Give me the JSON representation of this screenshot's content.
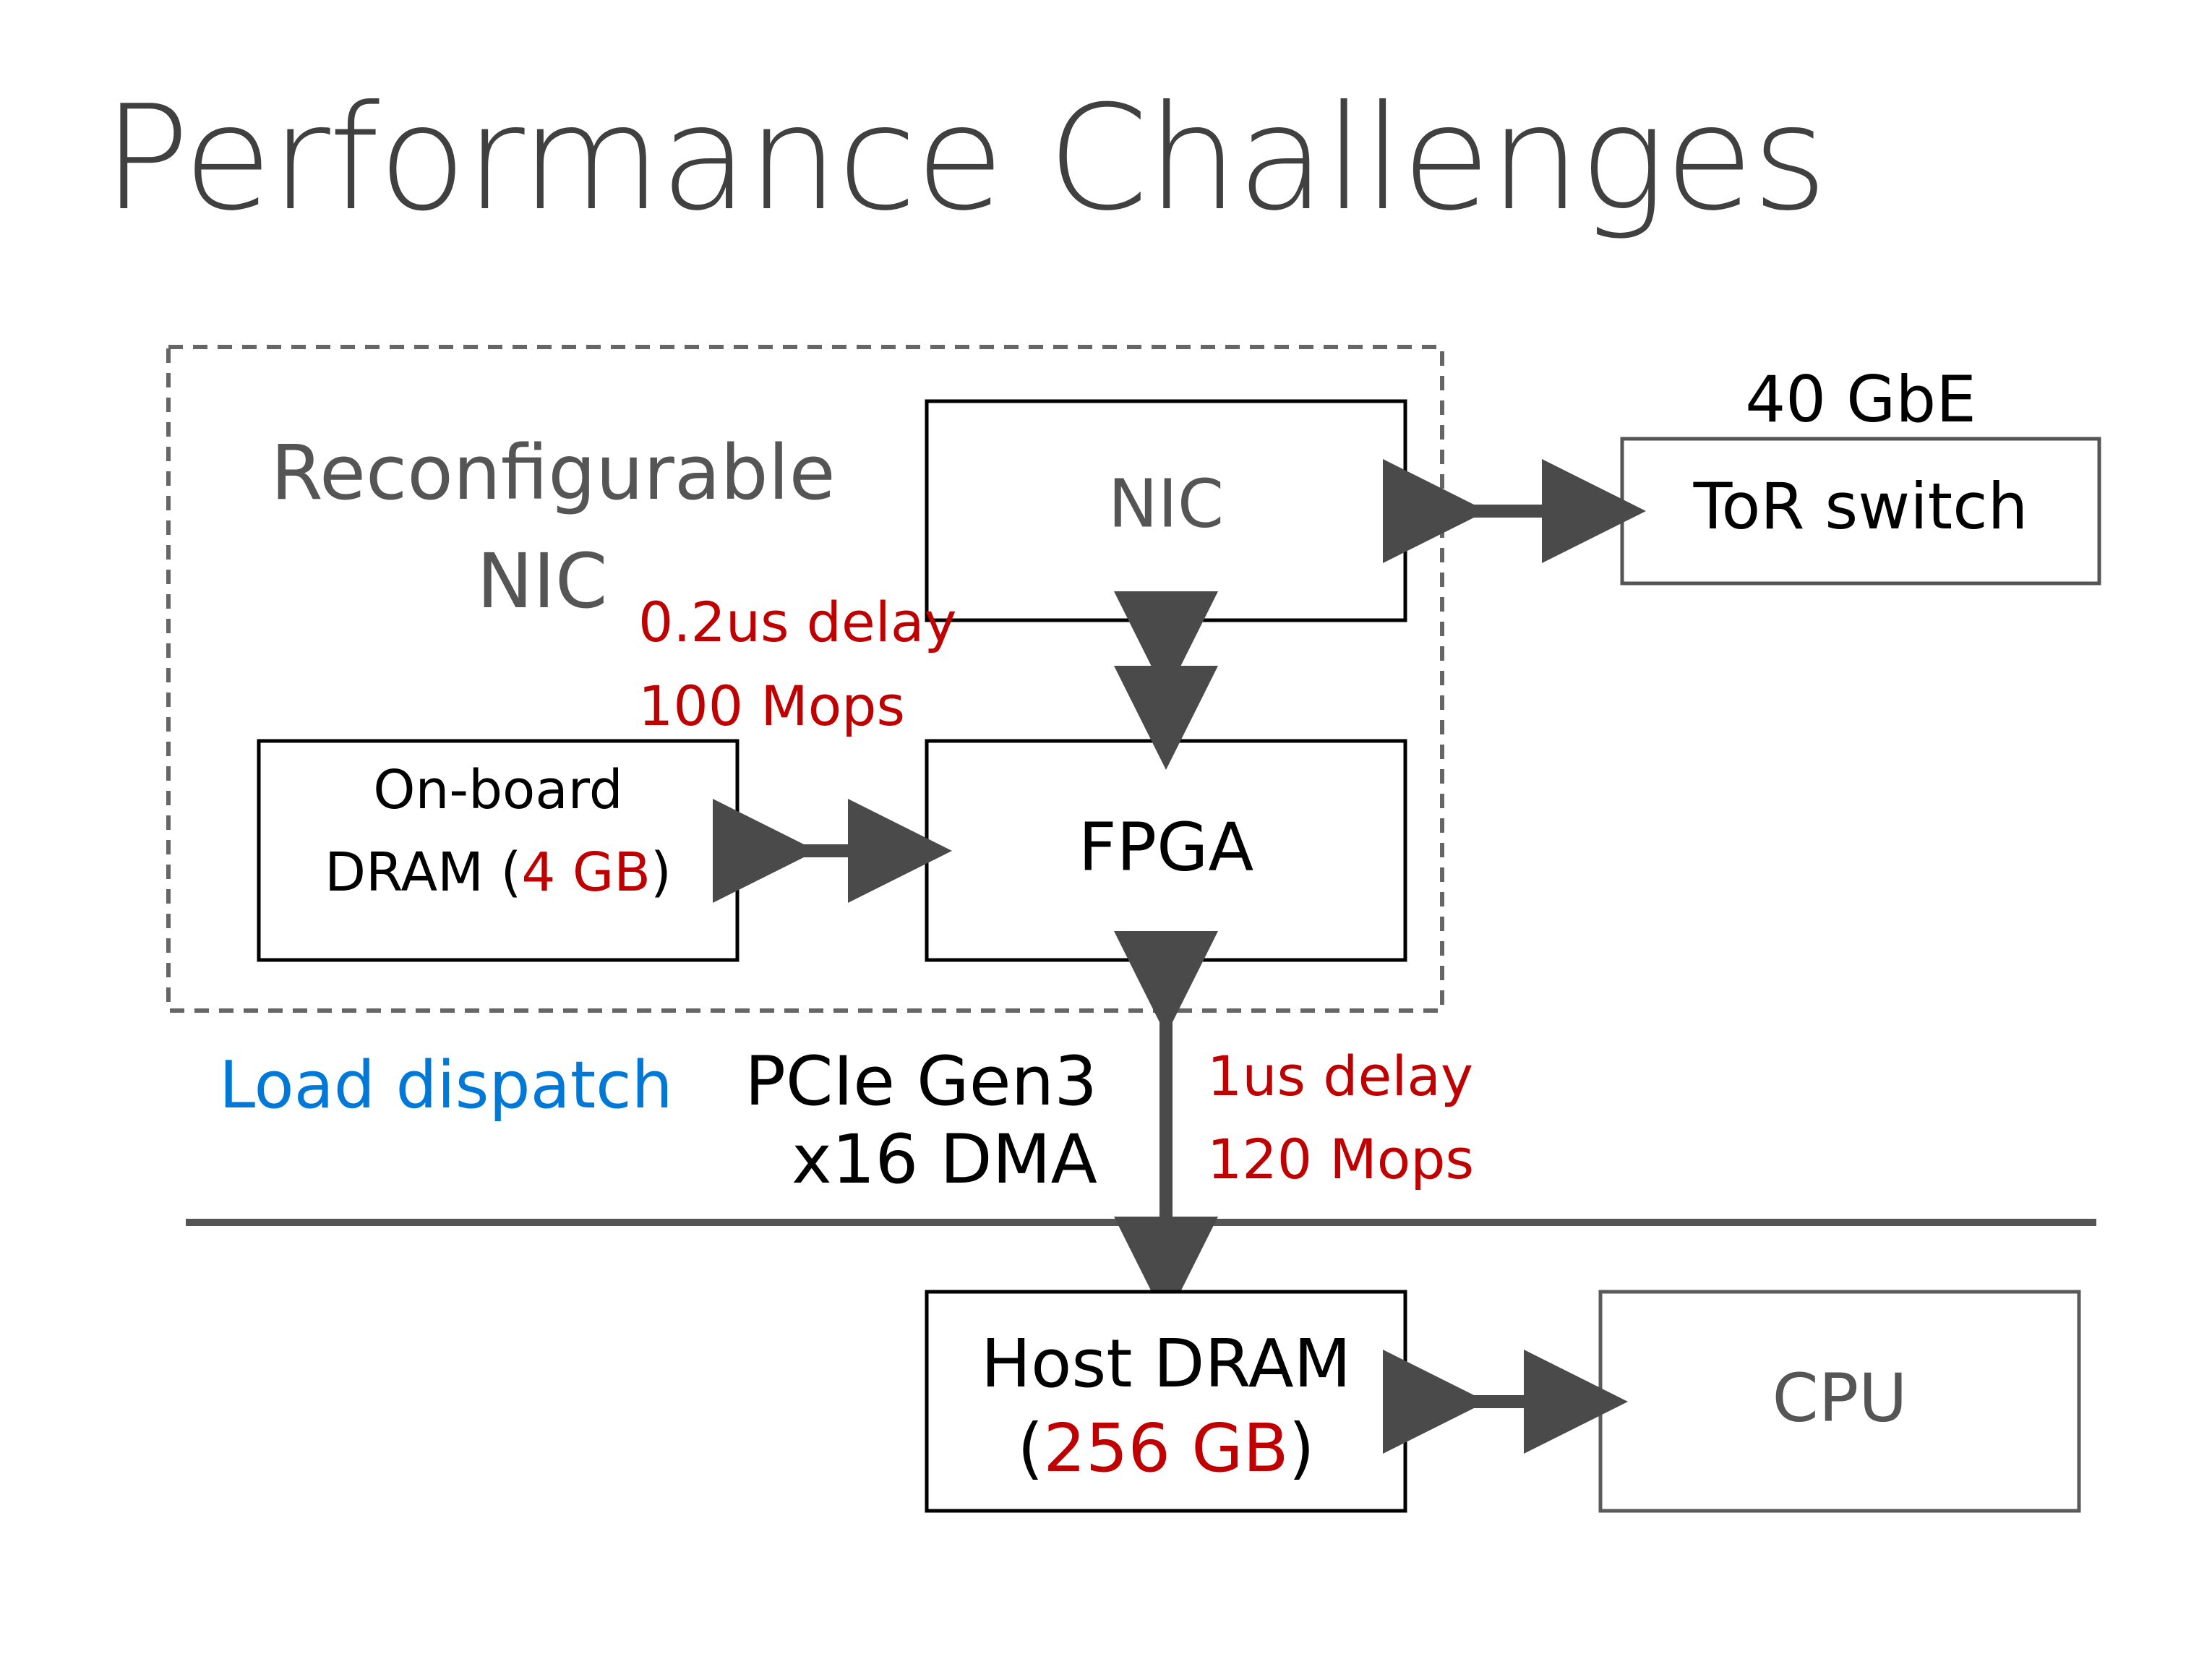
{
  "slide": {
    "title": "Performance Challenges"
  },
  "diagram": {
    "group_label_line1": "Reconfigurable",
    "group_label_line2": "NIC",
    "nic_label": "NIC",
    "fpga_label": "FPGA",
    "onboard_line1": "On-board",
    "onboard_line2_prefix": "DRAM (",
    "onboard_line2_highlight": "4 GB",
    "onboard_line2_suffix": ")",
    "tor_label": "ToR switch",
    "tor_speed": "40 GbE",
    "nic_fpga_delay": "0.2us delay",
    "nic_fpga_ops": "100 Mops",
    "pcie_line1": "PCIe Gen3",
    "pcie_line2": "x16 DMA",
    "pcie_delay": "1us delay",
    "pcie_ops": "120 Mops",
    "load_dispatch": "Load dispatch",
    "host_line1": "Host DRAM",
    "host_line2_prefix": "(",
    "host_line2_highlight": "256 GB",
    "host_line2_suffix": ")",
    "cpu_label": "CPU"
  },
  "colors": {
    "title": "#404040",
    "box_stroke": "#000000",
    "muted_box_stroke": "#5a5a5a",
    "arrow": "#4a4a4a",
    "highlight_red": "#c00000",
    "load_dispatch_blue": "#0078d7",
    "muted_text": "#555555"
  }
}
